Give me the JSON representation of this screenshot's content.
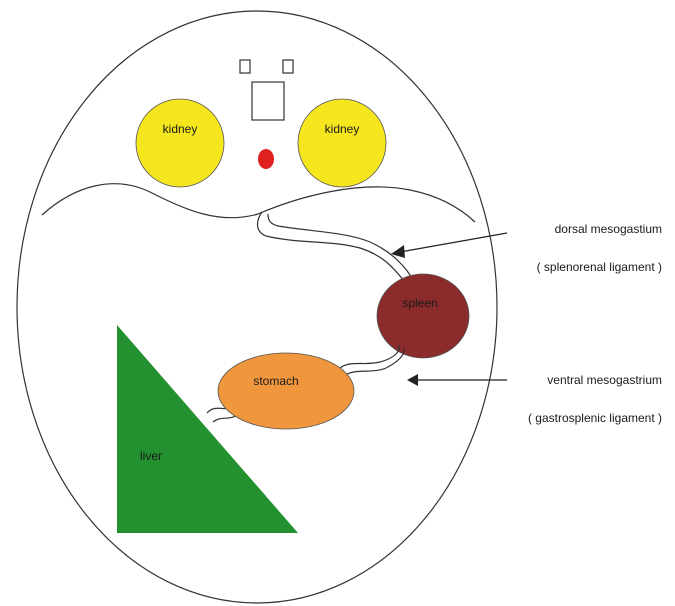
{
  "diagram": {
    "organs": {
      "kidney_left": {
        "label": "kidney",
        "color": "#f5e61e"
      },
      "kidney_right": {
        "label": "kidney",
        "color": "#f5e61e"
      },
      "spleen": {
        "label": "spleen",
        "color": "#8b2b2b"
      },
      "stomach": {
        "label": "stomach",
        "color": "#f0963c"
      },
      "liver": {
        "label": "liver",
        "color": "#23912f"
      },
      "aorta": {
        "color": "#e0201e"
      }
    },
    "annotations": {
      "dorsal": {
        "title": "dorsal mesogastium",
        "subtitle": "( splenorenal  ligament )"
      },
      "ventral": {
        "title": "ventral mesogastrium",
        "subtitle": "( gastrosplenic  ligament )"
      }
    },
    "colors": {
      "outline": "#333333",
      "background": "#ffffff"
    }
  }
}
